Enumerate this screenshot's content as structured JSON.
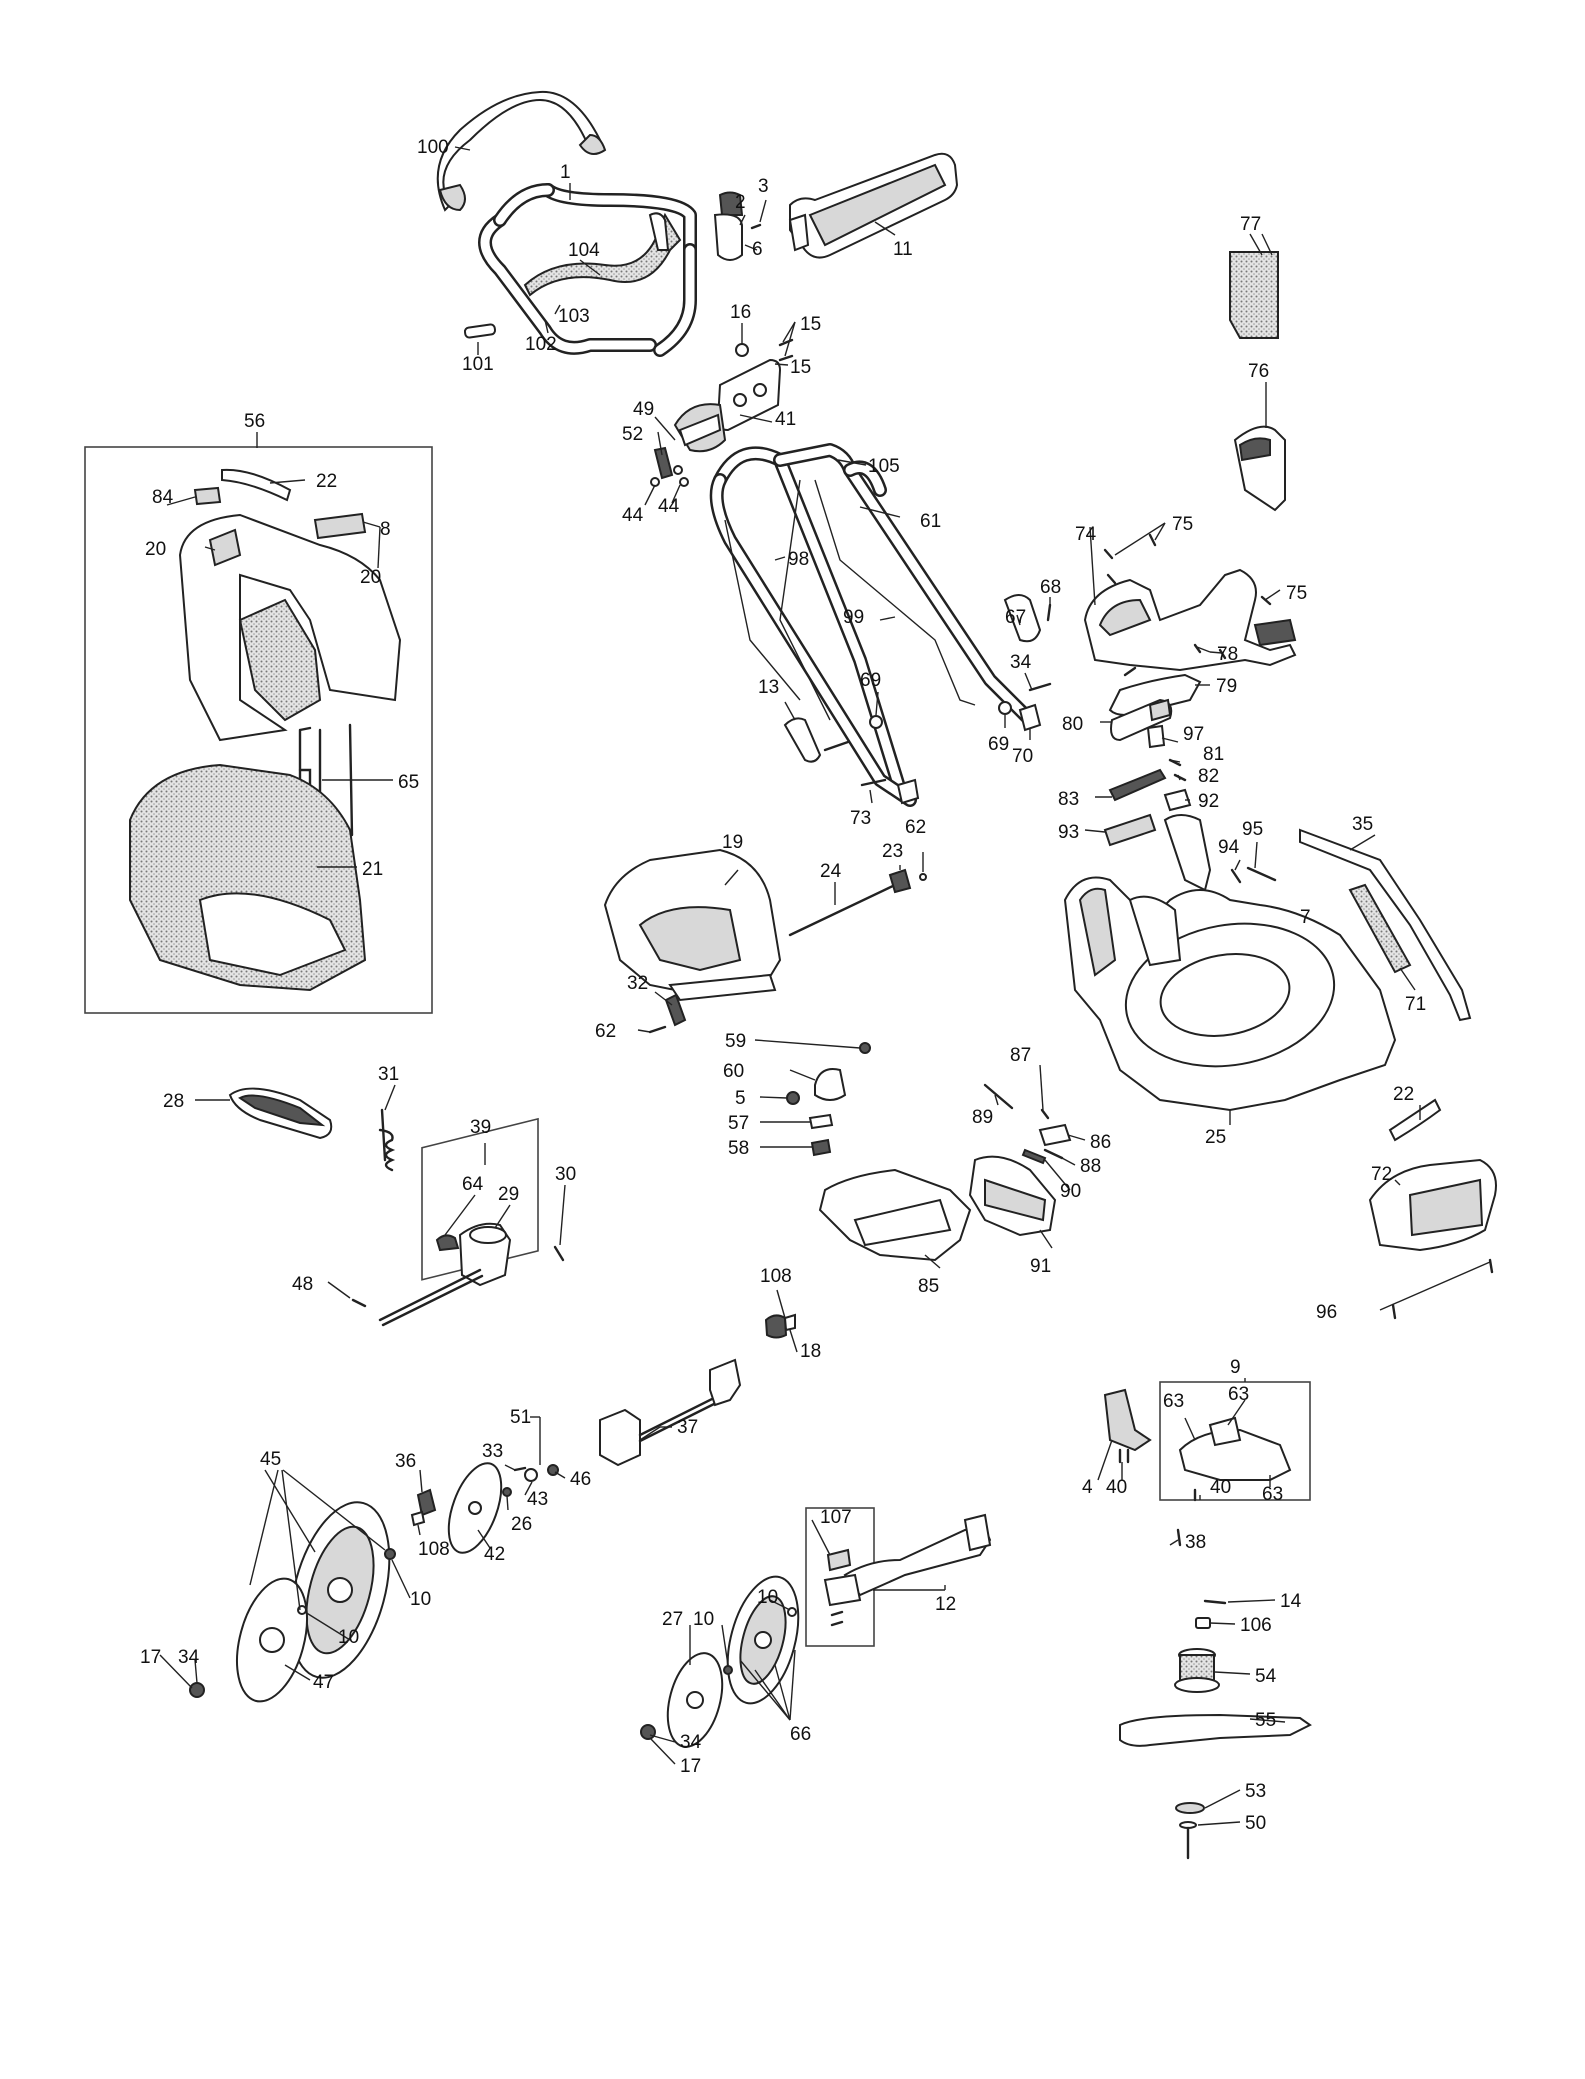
{
  "callouts": [
    {
      "id": "100",
      "text": "100"
    },
    {
      "id": "1",
      "text": "1"
    },
    {
      "id": "2",
      "text": "2"
    },
    {
      "id": "3",
      "text": "3"
    },
    {
      "id": "6",
      "text": "6"
    },
    {
      "id": "11",
      "text": "11"
    },
    {
      "id": "104",
      "text": "104"
    },
    {
      "id": "103",
      "text": "103"
    },
    {
      "id": "102",
      "text": "102"
    },
    {
      "id": "101",
      "text": "101"
    },
    {
      "id": "16",
      "text": "16"
    },
    {
      "id": "15a",
      "text": "15"
    },
    {
      "id": "15b",
      "text": "15"
    },
    {
      "id": "77",
      "text": "77"
    },
    {
      "id": "76",
      "text": "76"
    },
    {
      "id": "56",
      "text": "56"
    },
    {
      "id": "22a",
      "text": "22"
    },
    {
      "id": "84",
      "text": "84"
    },
    {
      "id": "8",
      "text": "8"
    },
    {
      "id": "20a",
      "text": "20"
    },
    {
      "id": "20b",
      "text": "20"
    },
    {
      "id": "65",
      "text": "65"
    },
    {
      "id": "21",
      "text": "21"
    },
    {
      "id": "49",
      "text": "49"
    },
    {
      "id": "52",
      "text": "52"
    },
    {
      "id": "41",
      "text": "41"
    },
    {
      "id": "105",
      "text": "105"
    },
    {
      "id": "44a",
      "text": "44"
    },
    {
      "id": "44b",
      "text": "44"
    },
    {
      "id": "61",
      "text": "61"
    },
    {
      "id": "98",
      "text": "98"
    },
    {
      "id": "74",
      "text": "74"
    },
    {
      "id": "75a",
      "text": "75"
    },
    {
      "id": "75b",
      "text": "75"
    },
    {
      "id": "68",
      "text": "68"
    },
    {
      "id": "67",
      "text": "67"
    },
    {
      "id": "99",
      "text": "99"
    },
    {
      "id": "78",
      "text": "78"
    },
    {
      "id": "34a",
      "text": "34"
    },
    {
      "id": "79",
      "text": "79"
    },
    {
      "id": "13",
      "text": "13"
    },
    {
      "id": "69a",
      "text": "69"
    },
    {
      "id": "69b",
      "text": "69"
    },
    {
      "id": "70",
      "text": "70"
    },
    {
      "id": "80",
      "text": "80"
    },
    {
      "id": "97",
      "text": "97"
    },
    {
      "id": "81",
      "text": "81"
    },
    {
      "id": "82",
      "text": "82"
    },
    {
      "id": "83",
      "text": "83"
    },
    {
      "id": "92",
      "text": "92"
    },
    {
      "id": "73",
      "text": "73"
    },
    {
      "id": "62a",
      "text": "62"
    },
    {
      "id": "19",
      "text": "19"
    },
    {
      "id": "23",
      "text": "23"
    },
    {
      "id": "24",
      "text": "24"
    },
    {
      "id": "93",
      "text": "93"
    },
    {
      "id": "94",
      "text": "94"
    },
    {
      "id": "95",
      "text": "95"
    },
    {
      "id": "35",
      "text": "35"
    },
    {
      "id": "7",
      "text": "7"
    },
    {
      "id": "71",
      "text": "71"
    },
    {
      "id": "32",
      "text": "32"
    },
    {
      "id": "62b",
      "text": "62"
    },
    {
      "id": "59",
      "text": "59"
    },
    {
      "id": "60",
      "text": "60"
    },
    {
      "id": "5",
      "text": "5"
    },
    {
      "id": "57",
      "text": "57"
    },
    {
      "id": "58",
      "text": "58"
    },
    {
      "id": "87",
      "text": "87"
    },
    {
      "id": "89",
      "text": "89"
    },
    {
      "id": "86",
      "text": "86"
    },
    {
      "id": "88",
      "text": "88"
    },
    {
      "id": "90",
      "text": "90"
    },
    {
      "id": "22b",
      "text": "22"
    },
    {
      "id": "25",
      "text": "25"
    },
    {
      "id": "72",
      "text": "72"
    },
    {
      "id": "85",
      "text": "85"
    },
    {
      "id": "91",
      "text": "91"
    },
    {
      "id": "28",
      "text": "28"
    },
    {
      "id": "31",
      "text": "31"
    },
    {
      "id": "39",
      "text": "39"
    },
    {
      "id": "64",
      "text": "64"
    },
    {
      "id": "29",
      "text": "29"
    },
    {
      "id": "30",
      "text": "30"
    },
    {
      "id": "48",
      "text": "48"
    },
    {
      "id": "96",
      "text": "96"
    },
    {
      "id": "108a",
      "text": "108"
    },
    {
      "id": "18",
      "text": "18"
    },
    {
      "id": "9",
      "text": "9"
    },
    {
      "id": "63a",
      "text": "63"
    },
    {
      "id": "63b",
      "text": "63"
    },
    {
      "id": "63c",
      "text": "63"
    },
    {
      "id": "4",
      "text": "4"
    },
    {
      "id": "40a",
      "text": "40"
    },
    {
      "id": "40b",
      "text": "40"
    },
    {
      "id": "51",
      "text": "51"
    },
    {
      "id": "37",
      "text": "37"
    },
    {
      "id": "33",
      "text": "33"
    },
    {
      "id": "46",
      "text": "46"
    },
    {
      "id": "43",
      "text": "43"
    },
    {
      "id": "36",
      "text": "36"
    },
    {
      "id": "26",
      "text": "26"
    },
    {
      "id": "108b",
      "text": "108"
    },
    {
      "id": "42",
      "text": "42"
    },
    {
      "id": "45",
      "text": "45"
    },
    {
      "id": "10a",
      "text": "10"
    },
    {
      "id": "10b",
      "text": "10"
    },
    {
      "id": "38",
      "text": "38"
    },
    {
      "id": "107",
      "text": "107"
    },
    {
      "id": "12",
      "text": "12"
    },
    {
      "id": "17a",
      "text": "17"
    },
    {
      "id": "34b",
      "text": "34"
    },
    {
      "id": "47",
      "text": "47"
    },
    {
      "id": "10c",
      "text": "10"
    },
    {
      "id": "27",
      "text": "27"
    },
    {
      "id": "10d",
      "text": "10"
    },
    {
      "id": "14",
      "text": "14"
    },
    {
      "id": "106",
      "text": "106"
    },
    {
      "id": "54",
      "text": "54"
    },
    {
      "id": "55",
      "text": "55"
    },
    {
      "id": "66",
      "text": "66"
    },
    {
      "id": "34c",
      "text": "34"
    },
    {
      "id": "17b",
      "text": "17"
    },
    {
      "id": "53",
      "text": "53"
    },
    {
      "id": "50",
      "text": "50"
    }
  ]
}
